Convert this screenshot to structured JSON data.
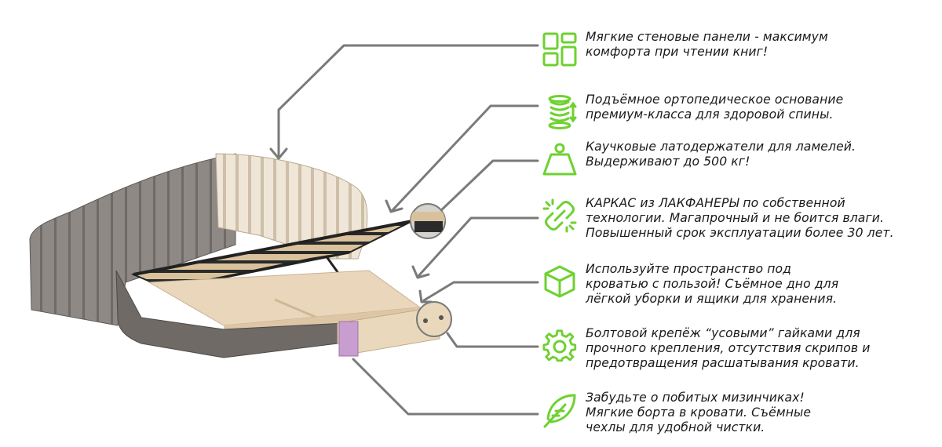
{
  "accent_color": "#6ed130",
  "features": [
    {
      "icon": "panels-icon",
      "text": "Мягкие стеновые панели - максимум\nкомфорта при чтении книг!"
    },
    {
      "icon": "spring-stack-icon",
      "text": "Подъёмное ортопедическое основание\nпремиум-класса для здоровой спины."
    },
    {
      "icon": "weight-icon",
      "text": "Каучковые латодержатели для ламелей.\nВыдерживают до 500 кг!"
    },
    {
      "icon": "link-icon",
      "text": "КАРКАС из ЛАКФАНЕРЫ по собственной\nтехнологии. Магапрочный и не боится влаги.\nПовышенный срок эксплуатации более 30 лет."
    },
    {
      "icon": "box-icon",
      "text": "Используйте пространство под\nкроватью с пользой! Съёмное дно для\nлёгкой уборки и ящики для хранения."
    },
    {
      "icon": "gear-icon",
      "text": "Болтовой крепёж “усовыми” гайками для\nпрочного крепления, отсутствия скрипов и\nпредотвращения расшатывания кровати."
    },
    {
      "icon": "feather-icon",
      "text": "Забудьте о побитых мизинчиках!\nМягкие борта в кровати. Съёмные\nчехлы для удобной чистки."
    }
  ]
}
